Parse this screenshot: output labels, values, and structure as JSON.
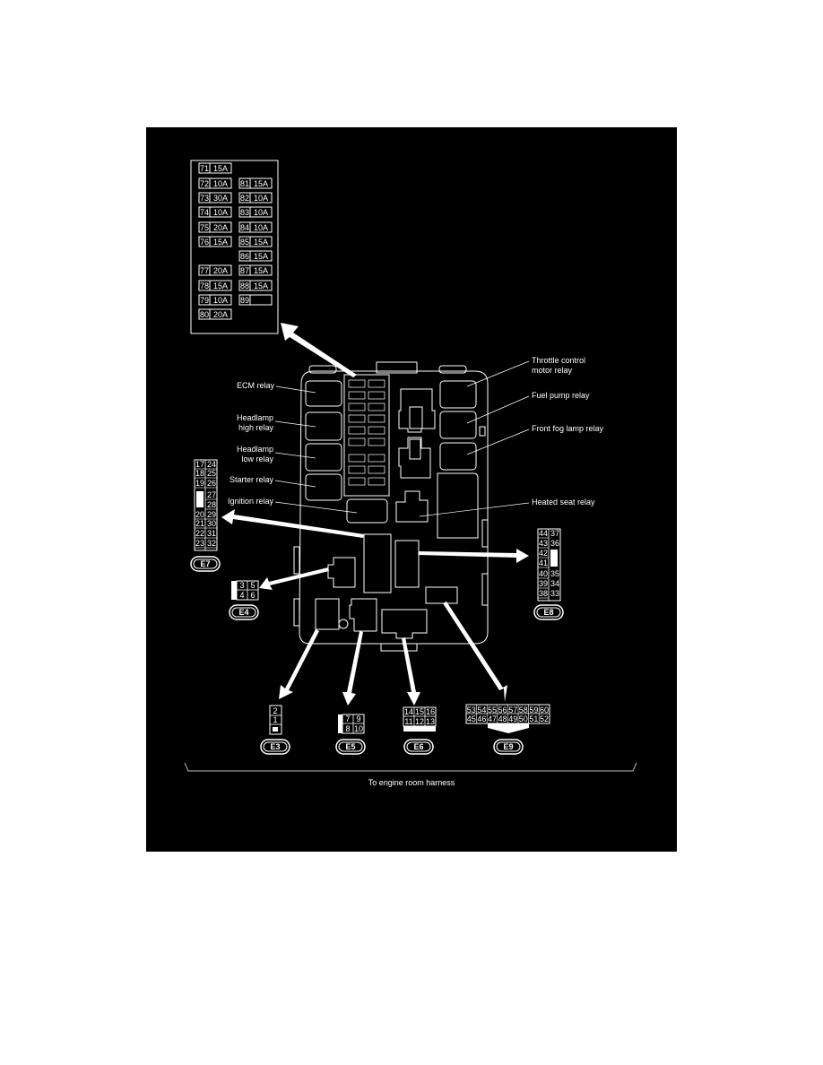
{
  "fuse_table": {
    "left_column": [
      {
        "no": "71",
        "amp": "15A"
      },
      {
        "no": "72",
        "amp": "10A"
      },
      {
        "no": "73",
        "amp": "30A"
      },
      {
        "no": "74",
        "amp": "10A"
      },
      {
        "no": "75",
        "amp": "20A"
      },
      {
        "no": "76",
        "amp": "15A"
      },
      {
        "no": "77",
        "amp": "20A"
      },
      {
        "no": "78",
        "amp": "15A"
      },
      {
        "no": "79",
        "amp": "10A"
      },
      {
        "no": "80",
        "amp": "20A"
      }
    ],
    "right_column": [
      {
        "no": "81",
        "amp": "15A"
      },
      {
        "no": "82",
        "amp": "10A"
      },
      {
        "no": "83",
        "amp": "10A"
      },
      {
        "no": "84",
        "amp": "10A"
      },
      {
        "no": "85",
        "amp": "15A"
      },
      {
        "no": "86",
        "amp": "15A"
      },
      {
        "no": "87",
        "amp": "15A"
      },
      {
        "no": "88",
        "amp": "15A"
      },
      {
        "no": "89",
        "amp": ""
      }
    ]
  },
  "relays_left": [
    "ECM relay",
    "Headlamp high relay",
    "Headlamp low relay",
    "Starter relay",
    "Ignition relay"
  ],
  "relays_left_lines": {
    "ecm": "ECM relay",
    "hh1": "Headlamp",
    "hh2": "high relay",
    "hl1": "Headlamp",
    "hl2": "low relay",
    "starter": "Starter relay",
    "ignition": "Ignition relay"
  },
  "relays_right": {
    "throttle1": "Throttle control",
    "throttle2": "motor relay",
    "fuel": "Fuel pump relay",
    "fog": "Front fog lamp relay",
    "heated": "Heated seat relay"
  },
  "connectors": {
    "E7": {
      "label": "E7",
      "left": [
        "17",
        "18",
        "19",
        "",
        "20",
        "21",
        "22",
        "23"
      ],
      "right": [
        "24",
        "25",
        "26",
        "27",
        "28",
        "29",
        "30",
        "31",
        "32"
      ]
    },
    "E4": {
      "label": "E4",
      "top": [
        "3",
        "5"
      ],
      "bottom": [
        "4",
        "6"
      ]
    },
    "E8": {
      "label": "E8",
      "left": [
        "44",
        "43",
        "42",
        "41",
        "40",
        "39",
        "38"
      ],
      "right": [
        "37",
        "36",
        "",
        "35",
        "34",
        "33"
      ]
    },
    "E3": {
      "label": "E3",
      "pins": [
        "2",
        "1"
      ]
    },
    "E5": {
      "label": "E5",
      "top": [
        "7",
        "9"
      ],
      "bottom": [
        "8",
        "10"
      ]
    },
    "E6": {
      "label": "E6",
      "top": [
        "14",
        "15",
        "16"
      ],
      "bottom": [
        "11",
        "12",
        "13"
      ]
    },
    "E9": {
      "label": "E9",
      "top": [
        "53",
        "54",
        "55",
        "56",
        "57",
        "58",
        "59",
        "60"
      ],
      "bottom": [
        "45",
        "46",
        "47",
        "48",
        "49",
        "50",
        "51",
        "52"
      ]
    }
  },
  "footer": {
    "harness_label": "To engine room harness"
  },
  "colors": {
    "background": "#000000",
    "lines": "#ffffff",
    "page": "#ffffff"
  }
}
